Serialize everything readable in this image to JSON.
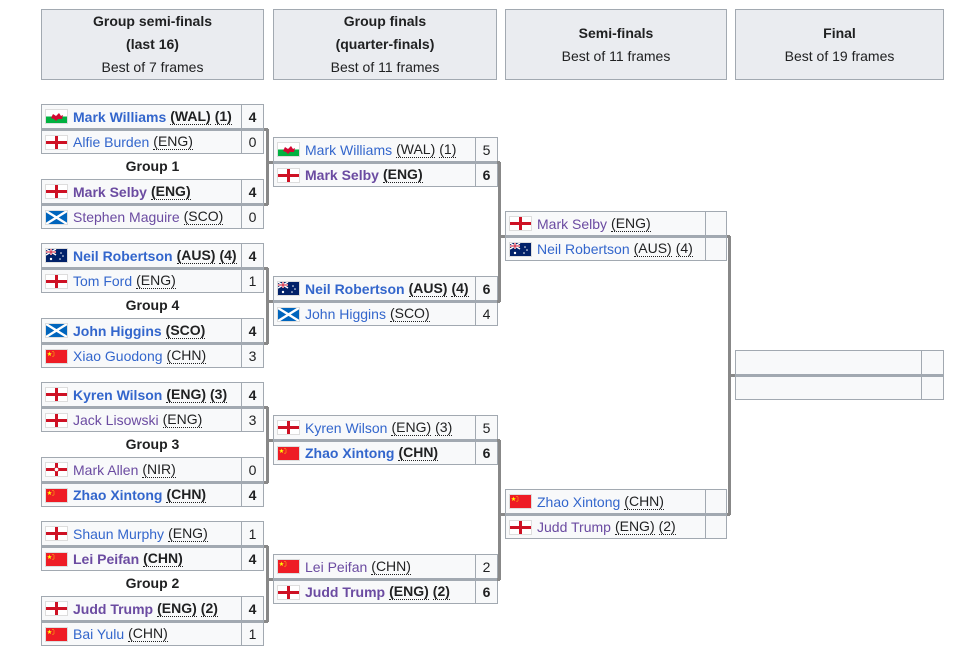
{
  "headers": [
    {
      "title_lines": [
        "Group semi-finals",
        "(last 16)"
      ],
      "subtitle": "Best of 7 frames"
    },
    {
      "title_lines": [
        "Group finals",
        "(quarter-finals)"
      ],
      "subtitle": "Best of 11 frames"
    },
    {
      "title_lines": [
        "Semi-finals"
      ],
      "subtitle": "Best of 11 frames"
    },
    {
      "title_lines": [
        "Final"
      ],
      "subtitle": "Best of 19 frames"
    }
  ],
  "groups": [
    "Group 1",
    "Group 4",
    "Group 3",
    "Group 2"
  ],
  "colors": {
    "link": "#3366cc",
    "visited": "#6b4ba1",
    "header_bg": "#eaecf0",
    "cell_bg": "#f8f9fa",
    "border": "#a2a9b1",
    "connector": "#888888"
  },
  "round1": [
    {
      "players": [
        {
          "name": "Mark Williams",
          "country": "WAL",
          "seed": "(1)",
          "score": "4",
          "winner": true,
          "visited": false,
          "flag": "wales"
        },
        {
          "name": "Alfie Burden",
          "country": "ENG",
          "seed": "",
          "score": "0",
          "winner": false,
          "visited": false,
          "flag": "england"
        }
      ]
    },
    {
      "players": [
        {
          "name": "Mark Selby",
          "country": "ENG",
          "seed": "",
          "score": "4",
          "winner": true,
          "visited": true,
          "flag": "england"
        },
        {
          "name": "Stephen Maguire",
          "country": "SCO",
          "seed": "",
          "score": "0",
          "winner": false,
          "visited": true,
          "flag": "scotland"
        }
      ]
    },
    {
      "players": [
        {
          "name": "Neil Robertson",
          "country": "AUS",
          "seed": "(4)",
          "score": "4",
          "winner": true,
          "visited": false,
          "flag": "australia"
        },
        {
          "name": "Tom Ford",
          "country": "ENG",
          "seed": "",
          "score": "1",
          "winner": false,
          "visited": false,
          "flag": "england"
        }
      ]
    },
    {
      "players": [
        {
          "name": "John Higgins",
          "country": "SCO",
          "seed": "",
          "score": "4",
          "winner": true,
          "visited": false,
          "flag": "scotland"
        },
        {
          "name": "Xiao Guodong",
          "country": "CHN",
          "seed": "",
          "score": "3",
          "winner": false,
          "visited": false,
          "flag": "china"
        }
      ]
    },
    {
      "players": [
        {
          "name": "Kyren Wilson",
          "country": "ENG",
          "seed": "(3)",
          "score": "4",
          "winner": true,
          "visited": false,
          "flag": "england"
        },
        {
          "name": "Jack Lisowski",
          "country": "ENG",
          "seed": "",
          "score": "3",
          "winner": false,
          "visited": true,
          "flag": "england"
        }
      ]
    },
    {
      "players": [
        {
          "name": "Mark Allen",
          "country": "NIR",
          "seed": "",
          "score": "0",
          "winner": false,
          "visited": true,
          "flag": "nireland"
        },
        {
          "name": "Zhao Xintong",
          "country": "CHN",
          "seed": "",
          "score": "4",
          "winner": true,
          "visited": false,
          "flag": "china"
        }
      ]
    },
    {
      "players": [
        {
          "name": "Shaun Murphy",
          "country": "ENG",
          "seed": "",
          "score": "1",
          "winner": false,
          "visited": false,
          "flag": "england"
        },
        {
          "name": "Lei Peifan",
          "country": "CHN",
          "seed": "",
          "score": "4",
          "winner": true,
          "visited": true,
          "flag": "china"
        }
      ]
    },
    {
      "players": [
        {
          "name": "Judd Trump",
          "country": "ENG",
          "seed": "(2)",
          "score": "4",
          "winner": true,
          "visited": true,
          "flag": "england"
        },
        {
          "name": "Bai Yulu",
          "country": "CHN",
          "seed": "",
          "score": "1",
          "winner": false,
          "visited": false,
          "flag": "china"
        }
      ]
    }
  ],
  "round2": [
    {
      "players": [
        {
          "name": "Mark Williams",
          "country": "WAL",
          "seed": "(1)",
          "score": "5",
          "winner": false,
          "visited": false,
          "flag": "wales"
        },
        {
          "name": "Mark Selby",
          "country": "ENG",
          "seed": "",
          "score": "6",
          "winner": true,
          "visited": true,
          "flag": "england"
        }
      ]
    },
    {
      "players": [
        {
          "name": "Neil Robertson",
          "country": "AUS",
          "seed": "(4)",
          "score": "6",
          "winner": true,
          "visited": false,
          "flag": "australia"
        },
        {
          "name": "John Higgins",
          "country": "SCO",
          "seed": "",
          "score": "4",
          "winner": false,
          "visited": false,
          "flag": "scotland"
        }
      ]
    },
    {
      "players": [
        {
          "name": "Kyren Wilson",
          "country": "ENG",
          "seed": "(3)",
          "score": "5",
          "winner": false,
          "visited": false,
          "flag": "england"
        },
        {
          "name": "Zhao Xintong",
          "country": "CHN",
          "seed": "",
          "score": "6",
          "winner": true,
          "visited": false,
          "flag": "china"
        }
      ]
    },
    {
      "players": [
        {
          "name": "Lei Peifan",
          "country": "CHN",
          "seed": "",
          "score": "2",
          "winner": false,
          "visited": true,
          "flag": "china"
        },
        {
          "name": "Judd Trump",
          "country": "ENG",
          "seed": "(2)",
          "score": "6",
          "winner": true,
          "visited": true,
          "flag": "england"
        }
      ]
    }
  ],
  "round3": [
    {
      "players": [
        {
          "name": "Mark Selby",
          "country": "ENG",
          "seed": "",
          "score": "",
          "winner": false,
          "visited": true,
          "flag": "england"
        },
        {
          "name": "Neil Robertson",
          "country": "AUS",
          "seed": "(4)",
          "score": "",
          "winner": false,
          "visited": false,
          "flag": "australia"
        }
      ]
    },
    {
      "players": [
        {
          "name": "Zhao Xintong",
          "country": "CHN",
          "seed": "",
          "score": "",
          "winner": false,
          "visited": false,
          "flag": "china"
        },
        {
          "name": "Judd Trump",
          "country": "ENG",
          "seed": "(2)",
          "score": "",
          "winner": false,
          "visited": true,
          "flag": "england"
        }
      ]
    }
  ],
  "round4": [
    {
      "players": [
        {
          "name": "",
          "country": "",
          "seed": "",
          "score": "",
          "winner": false,
          "visited": false,
          "flag": ""
        },
        {
          "name": "",
          "country": "",
          "seed": "",
          "score": "",
          "winner": false,
          "visited": false,
          "flag": ""
        }
      ]
    }
  ]
}
